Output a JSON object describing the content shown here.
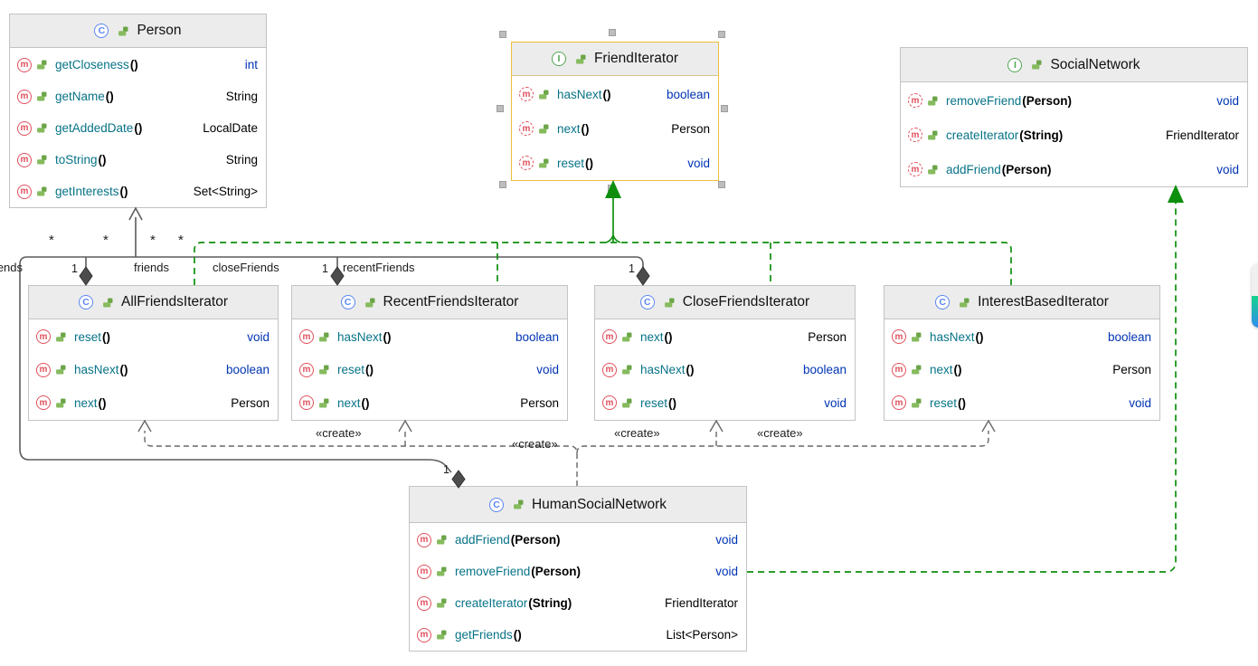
{
  "diagram": {
    "icons": {
      "method_letter": "m",
      "class_badge": "C",
      "interface_badge": "I",
      "key_icon": "key-icon"
    },
    "colors": {
      "selection": "#edbe3c",
      "realization_green": "#0d8f0d",
      "association_gray": "#5c5c5c",
      "keyword_blue": "#0033b3",
      "method_teal": "#077387",
      "method_icon_red": "#e0505c"
    },
    "classes": [
      {
        "id": "person",
        "kind": "class",
        "badge": "C",
        "name": "Person",
        "methods": [
          {
            "name": "getCloseness",
            "params": "",
            "ret": "int",
            "retKind": "keyword"
          },
          {
            "name": "getName",
            "params": "",
            "ret": "String",
            "retKind": "type"
          },
          {
            "name": "getAddedDate",
            "params": "",
            "ret": "LocalDate",
            "retKind": "type"
          },
          {
            "name": "toString",
            "params": "",
            "ret": "String",
            "retKind": "type"
          },
          {
            "name": "getInterests",
            "params": "",
            "ret": "Set<String>",
            "retKind": "type"
          }
        ]
      },
      {
        "id": "friend-iterator",
        "kind": "interface",
        "badge": "I",
        "name": "FriendIterator",
        "selected": true,
        "methods": [
          {
            "name": "hasNext",
            "params": "",
            "ret": "boolean",
            "retKind": "keyword"
          },
          {
            "name": "next",
            "params": "",
            "ret": "Person",
            "retKind": "type"
          },
          {
            "name": "reset",
            "params": "",
            "ret": "void",
            "retKind": "keyword"
          }
        ]
      },
      {
        "id": "social-network",
        "kind": "interface",
        "badge": "I",
        "name": "SocialNetwork",
        "methods": [
          {
            "name": "removeFriend",
            "params": "Person",
            "ret": "void",
            "retKind": "keyword"
          },
          {
            "name": "createIterator",
            "params": "String",
            "ret": "FriendIterator",
            "retKind": "type"
          },
          {
            "name": "addFriend",
            "params": "Person",
            "ret": "void",
            "retKind": "keyword"
          }
        ]
      },
      {
        "id": "all-friends-iterator",
        "kind": "class",
        "badge": "C",
        "name": "AllFriendsIterator",
        "methods": [
          {
            "name": "reset",
            "params": "",
            "ret": "void",
            "retKind": "keyword"
          },
          {
            "name": "hasNext",
            "params": "",
            "ret": "boolean",
            "retKind": "keyword"
          },
          {
            "name": "next",
            "params": "",
            "ret": "Person",
            "retKind": "type"
          }
        ]
      },
      {
        "id": "recent-friends-iterator",
        "kind": "class",
        "badge": "C",
        "name": "RecentFriendsIterator",
        "methods": [
          {
            "name": "hasNext",
            "params": "",
            "ret": "boolean",
            "retKind": "keyword"
          },
          {
            "name": "reset",
            "params": "",
            "ret": "void",
            "retKind": "keyword"
          },
          {
            "name": "next",
            "params": "",
            "ret": "Person",
            "retKind": "type"
          }
        ]
      },
      {
        "id": "close-friends-iterator",
        "kind": "class",
        "badge": "C",
        "name": "CloseFriendsIterator",
        "methods": [
          {
            "name": "next",
            "params": "",
            "ret": "Person",
            "retKind": "type"
          },
          {
            "name": "hasNext",
            "params": "",
            "ret": "boolean",
            "retKind": "keyword"
          },
          {
            "name": "reset",
            "params": "",
            "ret": "void",
            "retKind": "keyword"
          }
        ]
      },
      {
        "id": "interest-based-iterator",
        "kind": "class",
        "badge": "C",
        "name": "InterestBasedIterator",
        "methods": [
          {
            "name": "hasNext",
            "params": "",
            "ret": "boolean",
            "retKind": "keyword"
          },
          {
            "name": "next",
            "params": "",
            "ret": "Person",
            "retKind": "type"
          },
          {
            "name": "reset",
            "params": "",
            "ret": "void",
            "retKind": "keyword"
          }
        ]
      },
      {
        "id": "human-social-network",
        "kind": "class",
        "badge": "C",
        "name": "HumanSocialNetwork",
        "methods": [
          {
            "name": "addFriend",
            "params": "Person",
            "ret": "void",
            "retKind": "keyword"
          },
          {
            "name": "removeFriend",
            "params": "Person",
            "ret": "void",
            "retKind": "keyword"
          },
          {
            "name": "createIterator",
            "params": "String",
            "ret": "FriendIterator",
            "retKind": "type"
          },
          {
            "name": "getFriends",
            "params": "",
            "ret": "List<Person>",
            "retKind": "type"
          }
        ]
      }
    ],
    "edge_labels": {
      "star": "*",
      "one": "1",
      "create": "«create»",
      "friends": "friends",
      "close_friends": "closeFriends",
      "recent_friends": "recentFriends"
    }
  }
}
